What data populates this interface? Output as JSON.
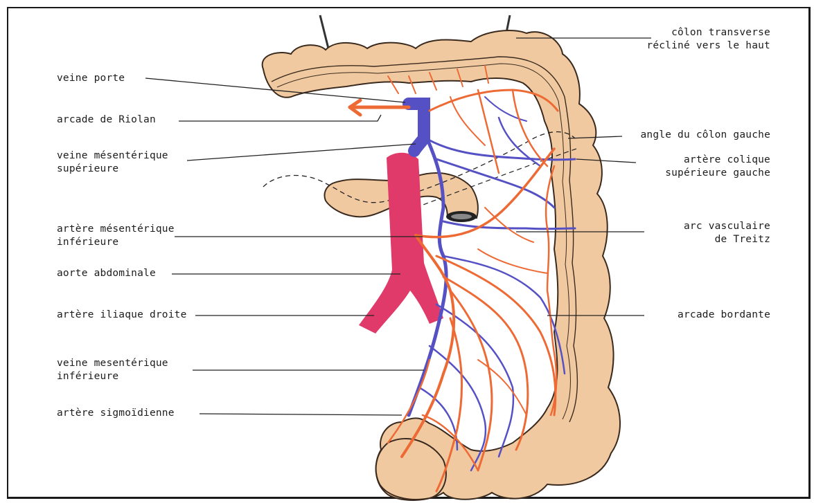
{
  "labels": {
    "colon_transverse": [
      "côlon transverse",
      "récliné vers le haut"
    ],
    "veine_porte": [
      "veine porte"
    ],
    "arcade_riolan": [
      "arcade de Riolan"
    ],
    "veine_mesenterique_superieure": [
      "veine mésentérique",
      "supérieure"
    ],
    "angle_colon_gauche": [
      "angle du côlon gauche"
    ],
    "artere_colique_superieure_gauche": [
      "artère colique",
      "supérieure gauche"
    ],
    "artere_mesenterique_inferieure": [
      "artère mésentérique",
      "inférieure"
    ],
    "arc_vasculaire_treitz": [
      "arc vasculaire",
      "de Treitz"
    ],
    "aorte_abdominale": [
      "aorte abdominale"
    ],
    "artere_iliaque_droite": [
      "artère iliaque droite"
    ],
    "arcade_bordante": [
      "arcade bordante"
    ],
    "veine_mesenterique_inferieure": [
      "veine mesentérique",
      "inférieure"
    ],
    "artere_sigmoidienne": [
      "artère sigmoïdienne"
    ]
  },
  "colors": {
    "colon": "#f1c9a0",
    "colon_outline": "#3a2a1e",
    "artery": "#ee6a35",
    "vein": "#5551c4",
    "aorta": "#e03a6a",
    "leader": "#222222"
  }
}
